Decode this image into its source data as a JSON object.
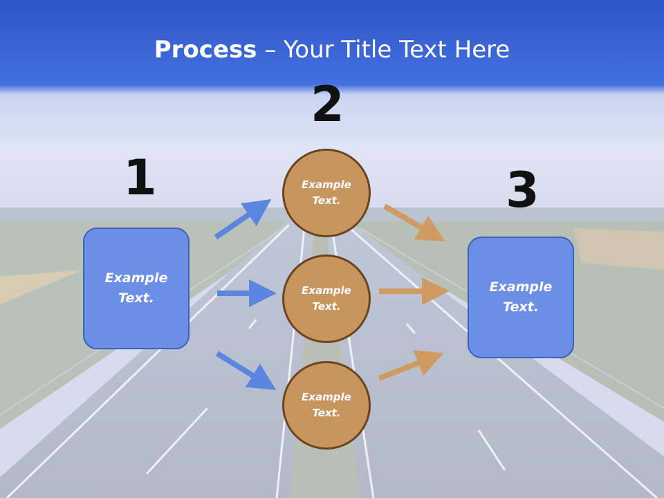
{
  "title": {
    "bold": "Process",
    "rest": " – Your Title Text Here"
  },
  "steps": [
    {
      "number": "1",
      "text": "Example Text."
    },
    {
      "number": "2",
      "items": [
        "Example Text.",
        "Example Text.",
        "Example Text."
      ]
    },
    {
      "number": "3",
      "text": "Example Text."
    }
  ],
  "colors": {
    "blue_box": "#6b8ee6",
    "blue_arrow": "#5b86e0",
    "circle": "#c8955f",
    "circle_border": "#6b4321",
    "orange_arrow": "#d09a63",
    "header": "#3a66d8"
  }
}
